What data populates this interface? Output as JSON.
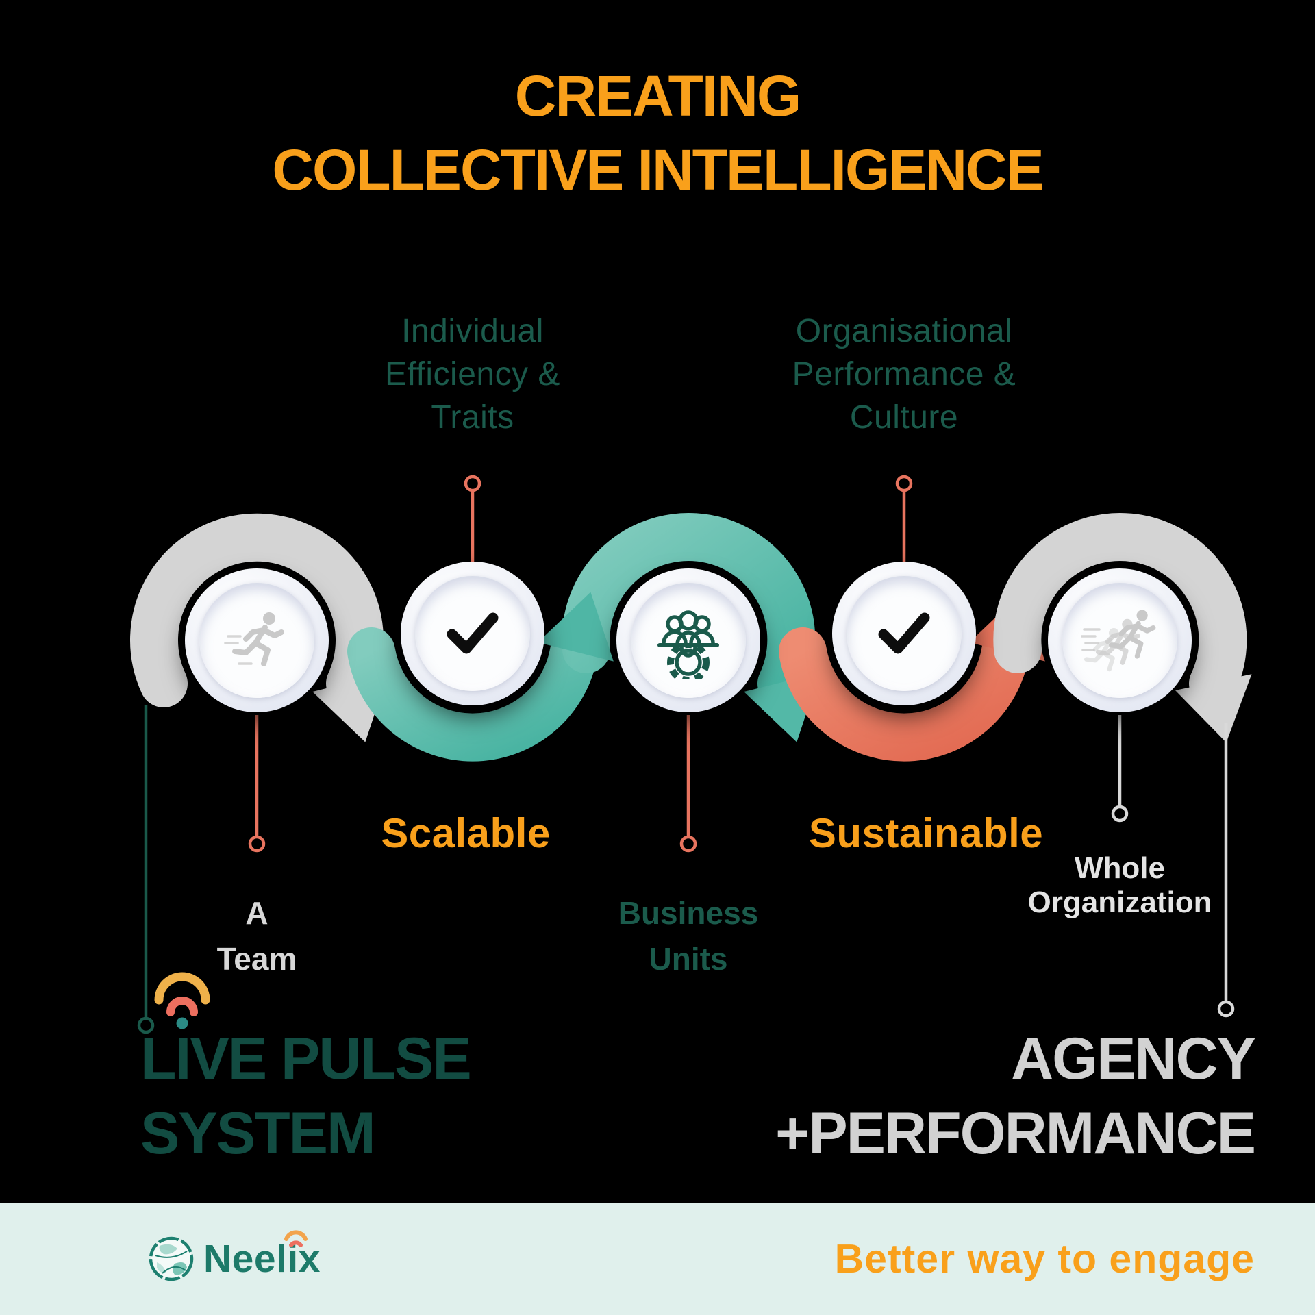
{
  "title": {
    "line1": "CREATING",
    "line2": "COLLECTIVE INTELLIGENCE"
  },
  "top_labels": [
    {
      "lines": [
        "Individual",
        "Efficiency &",
        "Traits"
      ]
    },
    {
      "lines": [
        "Organisational",
        "Performance &",
        "Culture"
      ]
    }
  ],
  "flow_words": {
    "left": "Scalable",
    "right": "Sustainable"
  },
  "stage_labels": [
    {
      "lines": [
        "A",
        "Team"
      ]
    },
    {
      "lines": [
        "Business",
        "Units"
      ]
    },
    {
      "lines": [
        "Whole",
        "Organization"
      ]
    }
  ],
  "circle_icons": [
    "single-runner",
    "checkmark",
    "team-with-gear",
    "checkmark",
    "running-group"
  ],
  "headline_left": {
    "line1": "LIVE PULSE",
    "line2": "SYSTEM"
  },
  "headline_right": {
    "line1": "AGENCY",
    "line2": "+PERFORMANCE"
  },
  "footer": {
    "brand": "Neelix",
    "tagline": "Better way to engage"
  },
  "colors": {
    "background": "#000000",
    "orange": "#F9A01B",
    "dark_green": "#1B5B4C",
    "deep_green_headline": "#124C42",
    "teal_arc": "#53B8A7",
    "salmon": "#E8745F",
    "gray_arc": "#D4D4D4",
    "light_gray_text": "#D8D8D8",
    "footer_bg": "#E0F0EC",
    "brand_teal": "#1D7A69",
    "check_black": "#0D0D0D"
  }
}
